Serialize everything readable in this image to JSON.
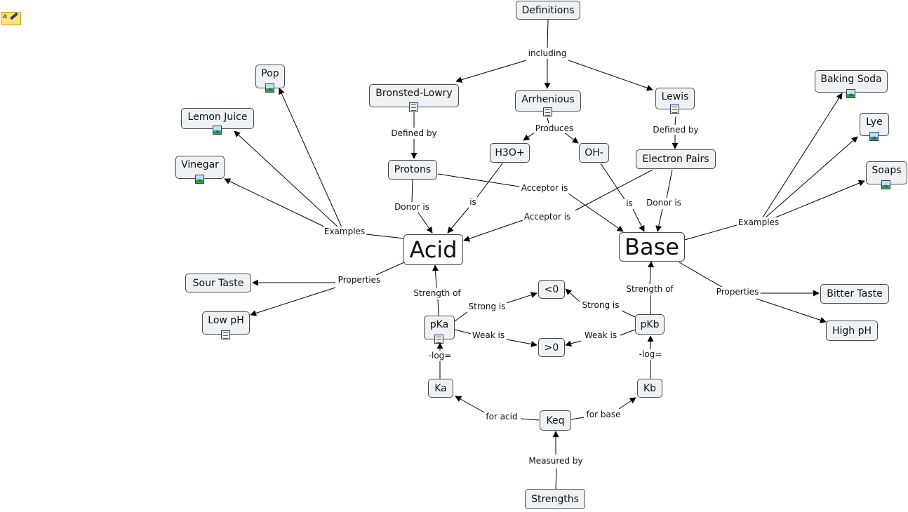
{
  "toolbar": {
    "annotation_glyph": "a"
  },
  "nodes": {
    "definitions": "Definitions",
    "bronsted": "Bronsted-Lowry",
    "arrhenius": "Arrhenious",
    "lewis": "Lewis",
    "h3o": "H3O+",
    "oh": "OH-",
    "protons": "Protons",
    "electron_pairs": "Electron Pairs",
    "acid": "Acid",
    "base": "Base",
    "pop": "Pop",
    "lemon_juice": "Lemon Juice",
    "vinegar": "Vinegar",
    "baking_soda": "Baking Soda",
    "lye": "Lye",
    "soaps": "Soaps",
    "sour_taste": "Sour Taste",
    "low_ph": "Low pH",
    "bitter_taste": "Bitter Taste",
    "high_ph": "High pH",
    "pka": "pKa",
    "pkb": "pKb",
    "lt0": "<0",
    "gt0": ">0",
    "ka": "Ka",
    "kb": "Kb",
    "keq": "Keq",
    "strengths": "Strengths"
  },
  "links": {
    "including": "including",
    "defined_by_1": "Defined by",
    "produces": "Produces",
    "defined_by_2": "Defined by",
    "acceptor_is_1": "Acceptor is",
    "acceptor_is_2": "Acceptor is",
    "donor_is_1": "Donor is",
    "is_1": "is",
    "is_2": "is",
    "donor_is_2": "Donor is",
    "examples_1": "Examples",
    "examples_2": "Examples",
    "properties_1": "Properties",
    "properties_2": "Properties",
    "strength_of_1": "Strength of",
    "strength_of_2": "Strength of",
    "strong_is_1": "Strong is",
    "strong_is_2": "Strong is",
    "weak_is_1": "Weak is",
    "weak_is_2": "Weak is",
    "log_1": "-log=",
    "log_2": "-log=",
    "for_acid": "for acid",
    "for_base": "for base",
    "measured_by": "Measured by"
  }
}
